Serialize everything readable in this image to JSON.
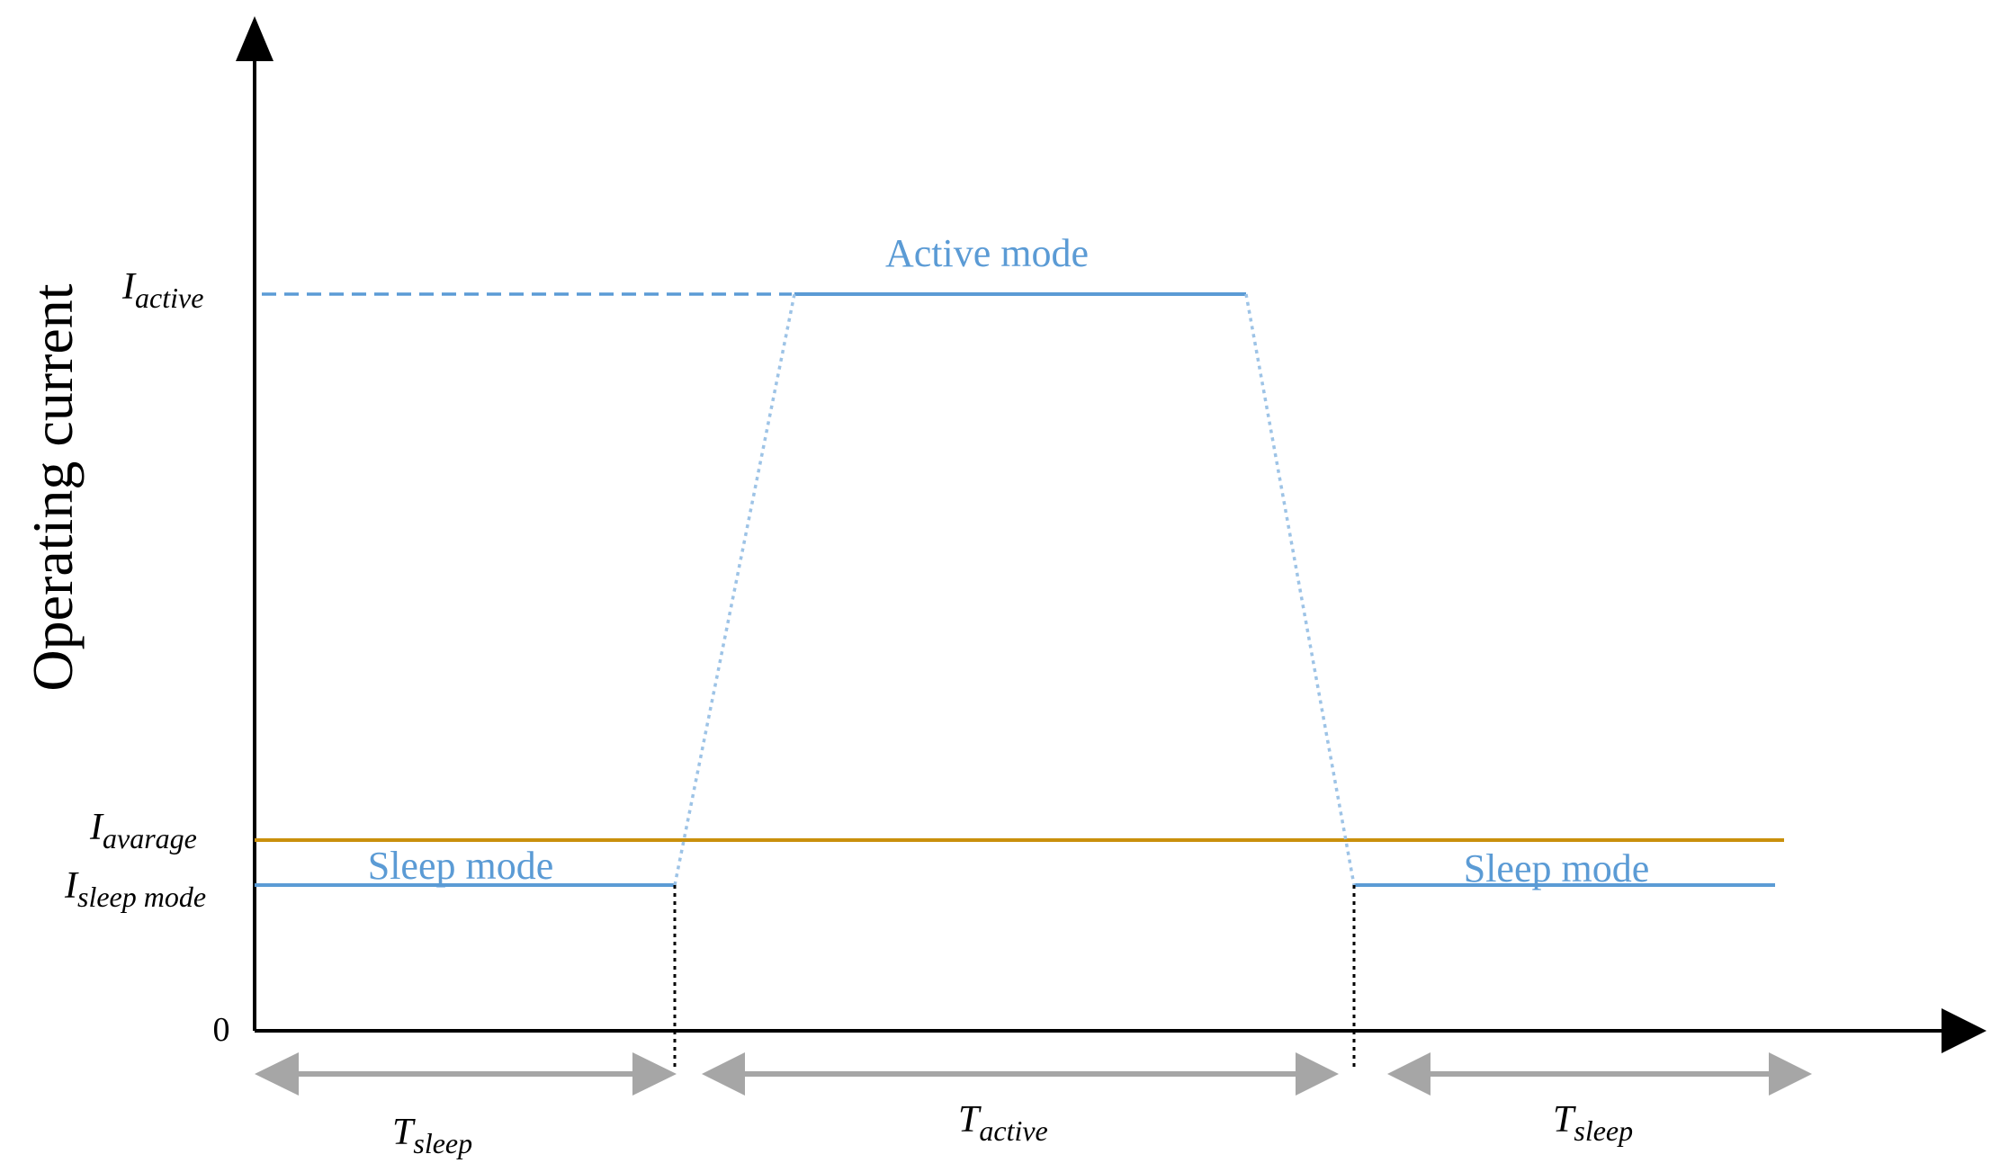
{
  "diagram": {
    "y_axis_label": "Operating current",
    "zero_label": "0",
    "levels": {
      "active": {
        "symbol": "I",
        "subscript": "active"
      },
      "average": {
        "symbol": "I",
        "subscript": "avarage"
      },
      "sleep": {
        "symbol": "I",
        "subscript": "sleep mode"
      }
    },
    "modes": {
      "sleep_left": "Sleep mode",
      "active": "Active mode",
      "sleep_right": "Sleep mode"
    },
    "durations": {
      "sleep_left": {
        "symbol": "T",
        "subscript": "sleep"
      },
      "active": {
        "symbol": "T",
        "subscript": "active"
      },
      "sleep_right": {
        "symbol": "T",
        "subscript": "sleep"
      }
    },
    "colors": {
      "axis": "#000000",
      "current_line": "#5b9bd5",
      "transition": "#9dc3e6",
      "average_line": "#c9900c",
      "duration_arrow": "#a6a6a6"
    }
  }
}
